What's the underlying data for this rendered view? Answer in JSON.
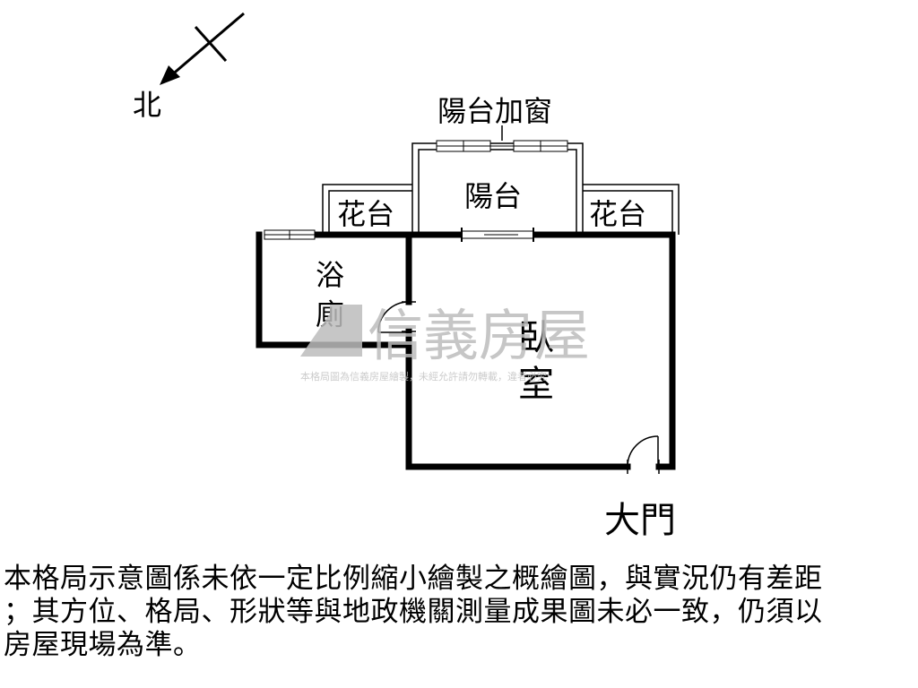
{
  "compass": {
    "north_label": "北"
  },
  "rooms": {
    "balcony_window": "陽台加窗",
    "balcony": "陽台",
    "planter_left": "花台",
    "planter_right": "花台",
    "bathroom_line1": "浴",
    "bathroom_line2": "廁",
    "bedroom_line1": "臥",
    "bedroom_line2": "室",
    "main_door": "大門"
  },
  "watermark": {
    "brand": "信義房屋",
    "notice": "本格局圖為信義房屋繪製，未經允許請勿轉載，違者必究"
  },
  "disclaimer": {
    "line1": "本格局示意圖係未依一定比例縮小繪製之概繪圖，與實況仍有差距",
    "line2": "；其方位、格局、形狀等與地政機關測量成果圖未必一致，仍須以",
    "line3": "房屋現場為準。"
  },
  "colors": {
    "wall": "#000000",
    "watermark": "#bdbdbd"
  }
}
